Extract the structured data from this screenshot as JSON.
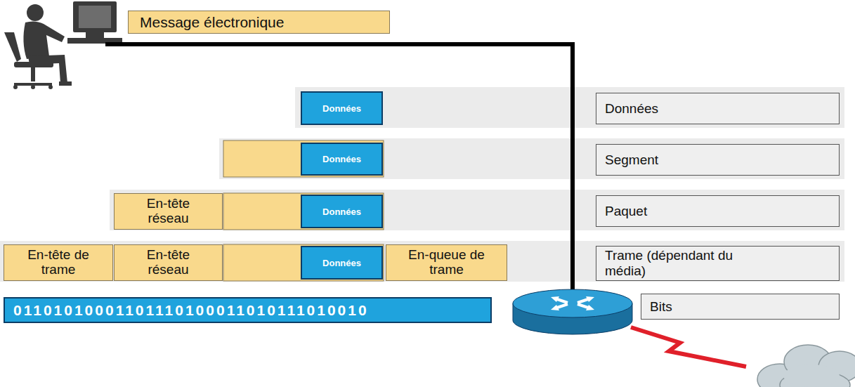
{
  "diagram": {
    "nodes": [
      {
        "text": [
          "Message électronique"
        ]
      },
      {
        "text": [
          "Données"
        ]
      },
      {
        "text": [
          "Données"
        ]
      },
      {
        "text": [
          "Données"
        ]
      },
      {
        "text": [
          "Segment"
        ]
      },
      {
        "text": [
          "En-tête réseau"
        ]
      },
      {
        "text": [
          "Données"
        ]
      },
      {
        "text": [
          "Paquet"
        ]
      },
      {
        "text": [
          "En-tête de trame"
        ]
      },
      {
        "text": [
          "En-tête réseau"
        ]
      },
      {
        "text": [
          "Données"
        ]
      },
      {
        "text": [
          "En-queue de trame"
        ]
      },
      {
        "text": [
          "Trame (dépendant du média)"
        ]
      },
      {
        "text": [
          "01101010001101110100011010111010010"
        ]
      },
      {
        "text": [
          "Bits"
        ]
      }
    ]
  }
}
